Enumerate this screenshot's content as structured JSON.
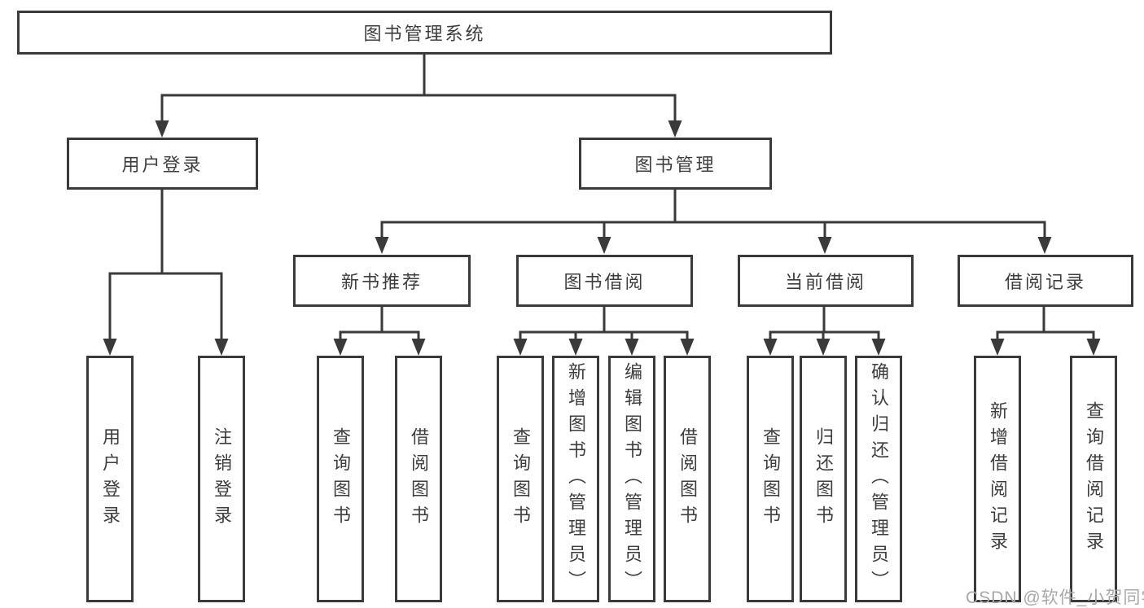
{
  "diagram": {
    "title": "图书管理系统",
    "nodes": {
      "root": "图书管理系统",
      "userLoginBranch": "用户登录",
      "bookMgmtBranch": "图书管理",
      "newBookRec": "新书推荐",
      "bookBorrow": "图书借阅",
      "currentBorrow": "当前借阅",
      "borrowRecords": "借阅记录",
      "userLogin": "用户登录",
      "logoutLogin": "注销登录",
      "queryBookA": "查询图书",
      "borrowBookA": "借阅图书",
      "queryBookB": "查询图书",
      "addBookAdmin": "新增图书（管理员）",
      "editBookAdmin": "编辑图书（管理员）",
      "borrowBookB": "借阅图书",
      "queryBookC": "查询图书",
      "returnBook": "归还图书",
      "confirmReturnAdmin": "确认归还（管理员）",
      "addBorrowRecord": "新增借阅记录",
      "queryBorrowRecord": "查询借阅记录"
    },
    "tree": {
      "图书管理系统": {
        "用户登录": [
          "用户登录",
          "注销登录"
        ],
        "图书管理": {
          "新书推荐": [
            "查询图书",
            "借阅图书"
          ],
          "图书借阅": [
            "查询图书",
            "新增图书（管理员）",
            "编辑图书（管理员）",
            "借阅图书"
          ],
          "当前借阅": [
            "查询图书",
            "归还图书",
            "确认归还（管理员）"
          ],
          "借阅记录": [
            "新增借阅记录",
            "查询借阅记录"
          ]
        }
      }
    }
  },
  "watermark": {
    "text": "CSDN @软件_小贺同学",
    "color": "#a8a8a8"
  },
  "colors": {
    "line": "#3a3a3a",
    "box_border": "#3a3a3a",
    "text": "#3d3d3d",
    "background": "#ffffff"
  }
}
